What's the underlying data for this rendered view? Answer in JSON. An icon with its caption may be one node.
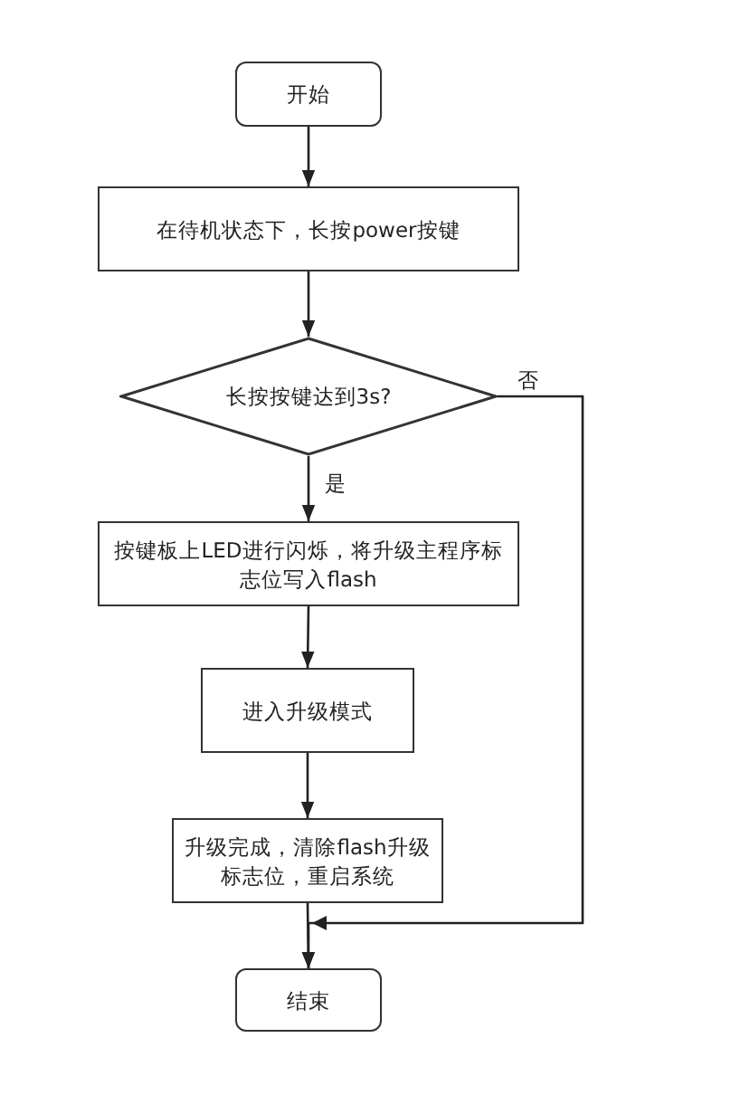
{
  "diagram": {
    "nodes": [
      {
        "text": [
          "开始"
        ]
      },
      {
        "text": [
          "在待机状态下，长按power按键"
        ]
      },
      {
        "text": [
          "长按按键达到3s?"
        ]
      },
      {
        "text": [
          "按键板上LED进行闪烁，将升级主程序标志位写入flash"
        ]
      },
      {
        "text": [
          "进入升级模式"
        ]
      },
      {
        "text": [
          "升级完成，清除flash升级标志位，重启系统"
        ]
      },
      {
        "text": [
          "结束"
        ]
      }
    ],
    "edges": [
      {
        "from": 0,
        "to": 1,
        "arrow": "to"
      },
      {
        "from": 1,
        "to": 2,
        "arrow": "to"
      },
      {
        "from": 2,
        "to": 3,
        "arrow": "to",
        "label": "是"
      },
      {
        "from": 3,
        "to": 4,
        "arrow": "to"
      },
      {
        "from": 4,
        "to": 5,
        "arrow": "to"
      },
      {
        "from": 5,
        "to": 6,
        "arrow": "to"
      },
      {
        "from": 2,
        "to": 6,
        "arrow": "to",
        "label": "否"
      }
    ]
  }
}
